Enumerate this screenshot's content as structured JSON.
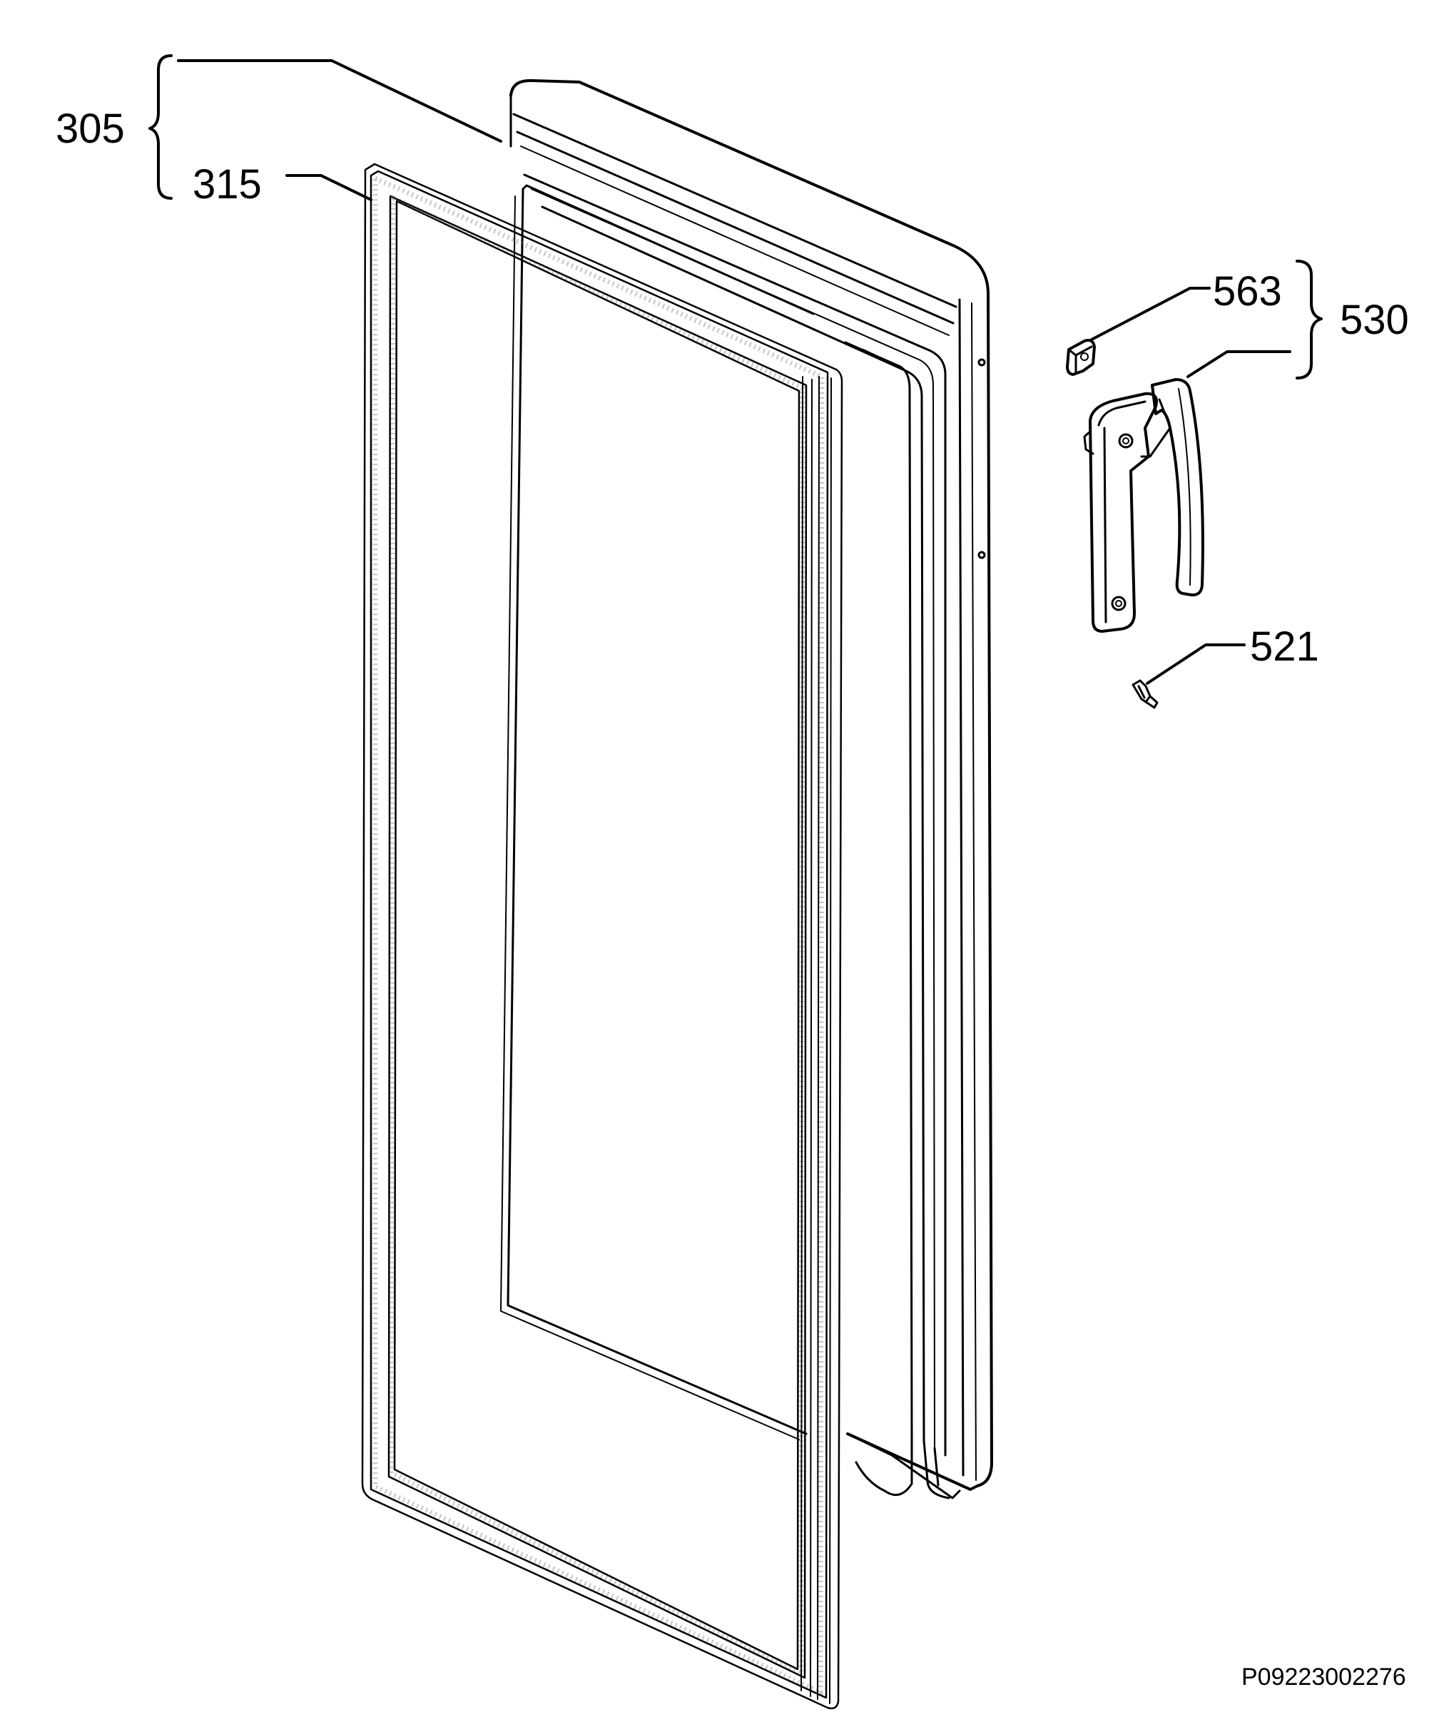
{
  "labels": {
    "p305": "305",
    "p315": "315",
    "p563": "563",
    "p530": "530",
    "p521": "521"
  },
  "reference_code": "P09223002276",
  "colors": {
    "line": "#000000",
    "background": "#ffffff"
  }
}
